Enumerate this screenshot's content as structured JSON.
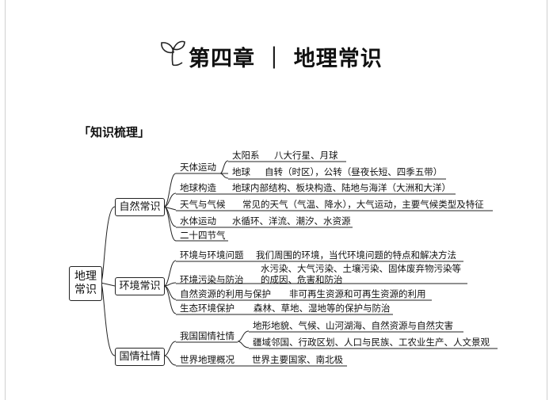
{
  "chapter_title": "第四章 ｜ 地理常识",
  "section_title": "「知识梳理」",
  "root": {
    "line1": "地理",
    "line2": "常识"
  },
  "branches": {
    "natural": {
      "label": "自然常识",
      "items": {
        "celestial": {
          "label": "天体运动",
          "solar_system": {
            "label": "太阳系",
            "content": "八大行星、月球"
          },
          "earth": {
            "label": "地球",
            "content": "自转（时区），公转（昼夜长短、四季五带）"
          }
        },
        "structure": {
          "label": "地球构造",
          "content": "地球内部结构、板块构造、陆地与海洋（大洲和大洋）"
        },
        "weather": {
          "label": "天气与气候",
          "content": "常见的天气（气温、降水），大气运动，主要气候类型及特征"
        },
        "water": {
          "label": "水体运动",
          "content": "水循环、洋流、潮汐、水资源"
        },
        "solar_terms": {
          "label": "二十四节气"
        }
      }
    },
    "environment": {
      "label": "环境常识",
      "items": {
        "issues": {
          "label": "环境与环境问题",
          "content": "我们周围的环境，当代环境问题的特点和解决方法"
        },
        "pollution": {
          "label": "环境污染与防治",
          "content_line1": "水污染、大气污染、土壤污染、固体废弃物污染等",
          "content_line2": "的成因、危害和防治"
        },
        "resources": {
          "label": "自然资源的利用与保护",
          "content": "非可再生资源和可再生资源的利用"
        },
        "ecology": {
          "label": "生态环境保护",
          "content": "森林、草地、湿地等的保护与防治"
        }
      }
    },
    "national": {
      "label": "国情社情",
      "items": {
        "china": {
          "label": "我国国情社情",
          "content_line1": "地形地貌、气候、山河湖海、自然资源与自然灾害",
          "content_line2": "疆域邻国、行政区划、人口与民族、工农业生产、人文景观"
        },
        "world": {
          "label": "世界地理概况",
          "content": "世界主要国家、南北极"
        }
      }
    }
  }
}
